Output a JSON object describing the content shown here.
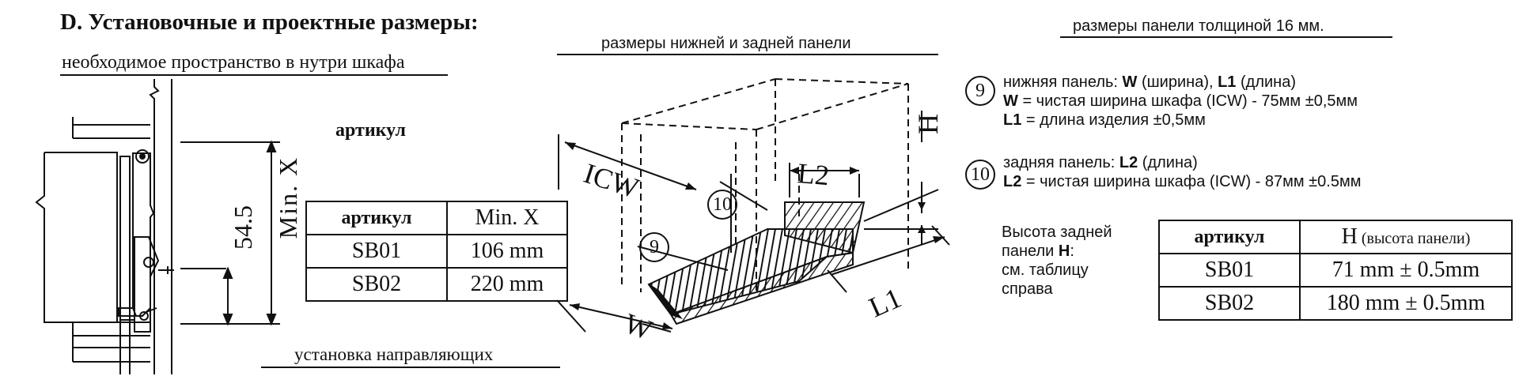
{
  "title": "D. Установочные и проектные размеры:",
  "left": {
    "subtitle": "необходимое пространство в нутри шкафа",
    "artikul_label": "артикул",
    "dim_54": "54.5",
    "dim_minx": "Min. X",
    "footer": "установка направляющих",
    "table": {
      "headers": [
        "артикул",
        "Min. X"
      ],
      "rows": [
        [
          "SB01",
          "106 mm"
        ],
        [
          "SB02",
          "220 mm"
        ]
      ]
    }
  },
  "middle": {
    "caption": "размеры нижней и задней панели",
    "labels": {
      "icw": "ICW",
      "l2": "L2",
      "h": "H",
      "l1": "L1",
      "w": "W",
      "n10": "10",
      "n9": "9"
    }
  },
  "right": {
    "caption": "размеры панели толщиной 16 мм.",
    "bottom": {
      "num": "9",
      "l1": {
        "pre": "нижняя панель: ",
        "b1": "W",
        "m1": " (ширина), ",
        "b2": "L1",
        "post": " (длина)"
      },
      "l2": {
        "b": "W",
        "t": " = чистая ширина шкафа (ICW) - 75мм ±0,5мм"
      },
      "l3": {
        "b": "L1",
        "t": " = длина изделия ±0,5мм"
      }
    },
    "back": {
      "num": "10",
      "l1": {
        "pre": "задняя панель: ",
        "b": "L2",
        "post": " (длина)"
      },
      "l2": {
        "b": "L2",
        "t": " = чистая ширина шкафа (ICW) - 87мм ±0.5мм"
      }
    },
    "note": {
      "l1": "Высота задней",
      "l2a": "панели ",
      "l2b": "H",
      "l2c": ":",
      "l3": "см. таблицу",
      "l4": "справа"
    },
    "table": {
      "h1": "артикул",
      "h2a": "H",
      "h2b": " (высота панели)",
      "rows": [
        [
          "SB01",
          "71 mm ± 0.5mm"
        ],
        [
          "SB02",
          "180 mm ± 0.5mm"
        ]
      ]
    }
  }
}
